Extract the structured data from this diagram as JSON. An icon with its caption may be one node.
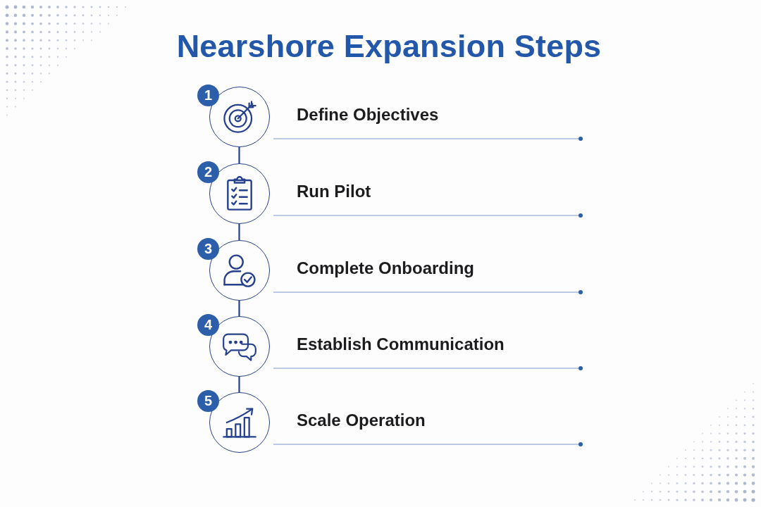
{
  "diagram": {
    "title": "Nearshore Expansion Steps",
    "nodes": [
      {
        "text": [
          "1"
        ],
        "beside": [
          "Define Objectives"
        ]
      },
      {
        "text": [
          "2"
        ],
        "beside": [
          "Run Pilot"
        ]
      },
      {
        "text": [
          "3"
        ],
        "beside": [
          "Complete Onboarding"
        ]
      },
      {
        "text": [
          "4"
        ],
        "beside": [
          "Establish Communication"
        ]
      },
      {
        "text": [
          "5"
        ],
        "beside": [
          "Scale Operation"
        ]
      }
    ],
    "edges": [
      {
        "from": 0,
        "to": 1,
        "arrow": "none"
      },
      {
        "from": 1,
        "to": 2,
        "arrow": "none"
      },
      {
        "from": 2,
        "to": 3,
        "arrow": "none"
      },
      {
        "from": 3,
        "to": 4,
        "arrow": "none"
      }
    ]
  }
}
